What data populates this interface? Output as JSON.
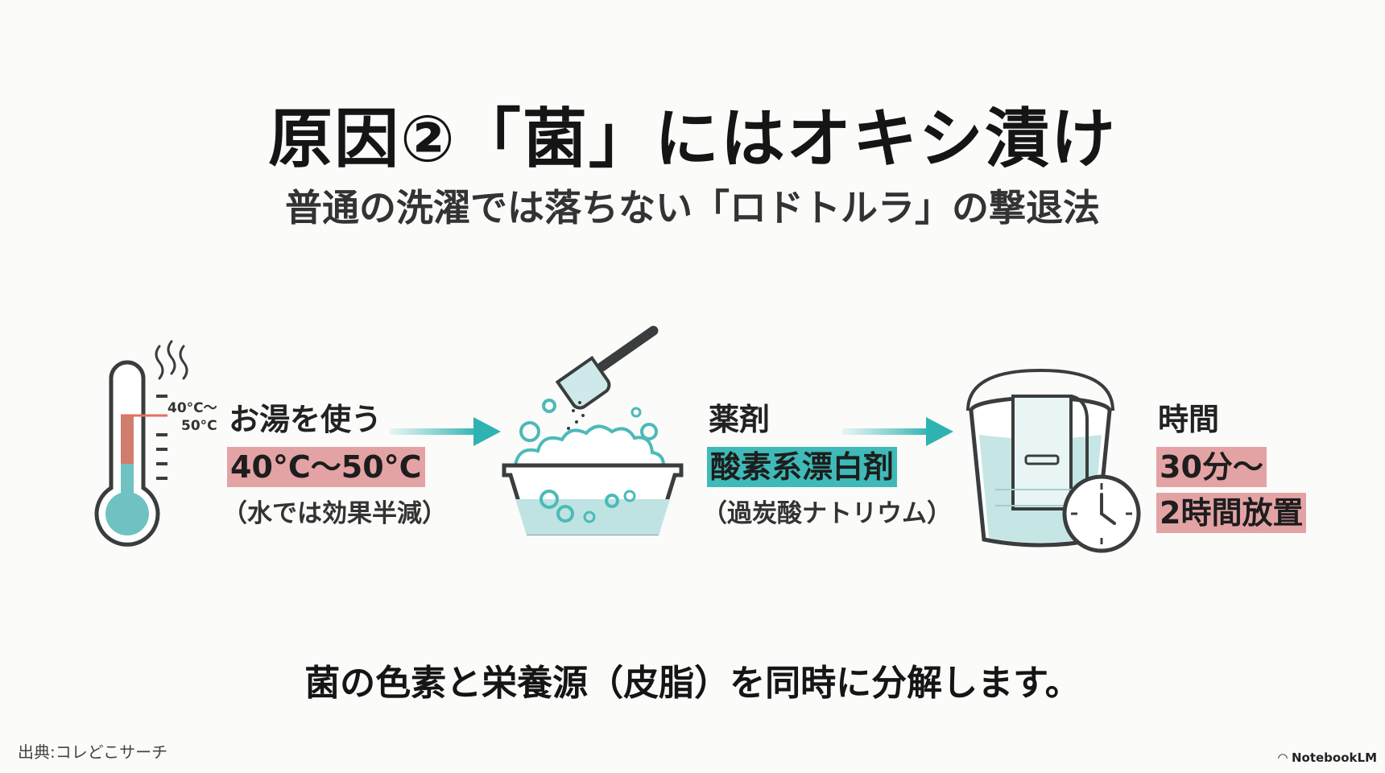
{
  "title": "原因②「菌」にはオキシ漬け",
  "subtitle": "普通の洗濯では落ちない「ロドトルラ」の撃退法",
  "steps": [
    {
      "icon": "thermometer-icon",
      "title": "お湯を使う",
      "highlight": "40°C〜50°C",
      "note": "（水では効果半減）",
      "icon_label_1": "40°C〜",
      "icon_label_2": "50°C"
    },
    {
      "icon": "wash-basin-icon",
      "title": "薬剤",
      "highlight": "酸素系漂白剤",
      "note": "（過炭酸ナトリウム）"
    },
    {
      "icon": "bucket-clock-icon",
      "title": "時間",
      "highlight_line1": "30分〜",
      "highlight_line2": "2時間放置"
    }
  ],
  "conclusion": "菌の色素と栄養源（皮脂）を同時に分解します。",
  "source": "出典:コレどこサーチ",
  "brand": "NotebookLM",
  "colors": {
    "teal": "#3fbab8",
    "red_highlight": "#e3a3a5",
    "icon_stroke": "#3a3d3d",
    "water": "#bfe3e2"
  }
}
